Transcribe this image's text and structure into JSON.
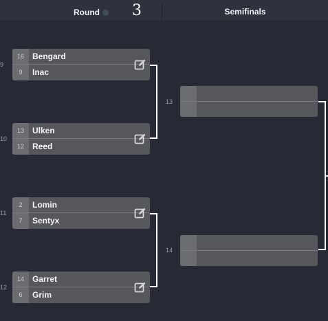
{
  "header": {
    "round_label": "Round",
    "round_number": "3",
    "semifinals_label": "Semifinals"
  },
  "matches": [
    {
      "number": "9",
      "p1_seed": "16",
      "p1_name": "Bengard",
      "p2_seed": "9",
      "p2_name": "Inac"
    },
    {
      "number": "10",
      "p1_seed": "13",
      "p1_name": "Ulken",
      "p2_seed": "12",
      "p2_name": "Reed"
    },
    {
      "number": "11",
      "p1_seed": "2",
      "p1_name": "Lomin",
      "p2_seed": "7",
      "p2_name": "Sentyx"
    },
    {
      "number": "12",
      "p1_seed": "14",
      "p1_name": "Garret",
      "p2_seed": "6",
      "p2_name": "Grim"
    }
  ],
  "semifinals": [
    {
      "number": "13"
    },
    {
      "number": "14"
    }
  ],
  "icons": {
    "edit": "edit-icon"
  }
}
